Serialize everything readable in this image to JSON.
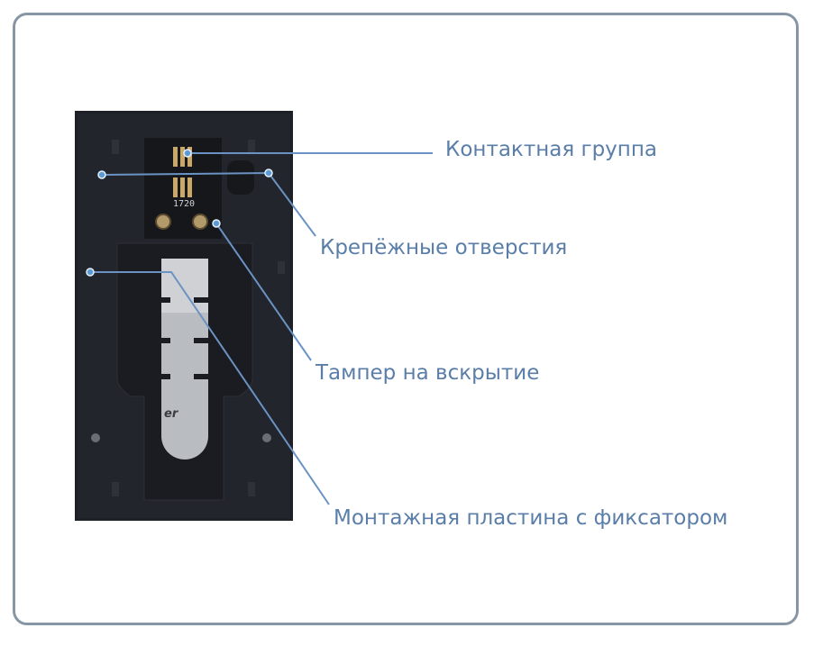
{
  "labels": {
    "contact_group": "Контактная группа",
    "mount_holes": "Крепёжные отверстия",
    "tamper": "Тампер на вскрытие",
    "mount_plate": "Монтажная пластина с фиксатором"
  },
  "photo": {
    "board_marking": "1720",
    "plate_marking": "er"
  },
  "colors": {
    "leader": "#6a93c4",
    "text": "#5a7ea8",
    "frame": "#8796a5"
  }
}
